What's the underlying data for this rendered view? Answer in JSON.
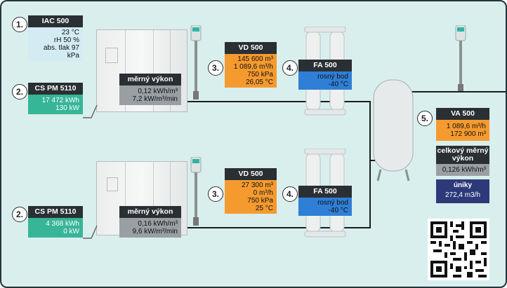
{
  "markers": {
    "m1": "1.",
    "m2a": "2.",
    "m2b": "2.",
    "m3a": "3.",
    "m3b": "3.",
    "m4a": "4.",
    "m4b": "4.",
    "m5": "5."
  },
  "iac": {
    "title": "IAC 500",
    "l1": "23 °C",
    "l2": "rH 50 %",
    "l3": "abs. tlak 97 kPa"
  },
  "cs_top": {
    "title": "CS PM 5110",
    "l1": "17 472 kWh",
    "l2": "130 kW"
  },
  "cs_bottom": {
    "title": "CS PM 5110",
    "l1": "4 368 kWh",
    "l2": "0 kW"
  },
  "power_top": {
    "title": "měrný výkon",
    "l1": "0,12 kWh/m³",
    "l2": "7,2 kW/m³/min"
  },
  "power_bottom": {
    "title": "měrný výkon",
    "l1": "0,16 kWh/m³",
    "l2": "9,6 kW/m³/min"
  },
  "vd_top": {
    "title": "VD 500",
    "l1": "145 600 m³",
    "l2": "1 089,6 m³/h",
    "l3": "750 kPa",
    "l4": "26,05 °C"
  },
  "vd_bottom": {
    "title": "VD 500",
    "l1": "27 300 m³",
    "l2": "0 m³/h",
    "l3": "750 kPa",
    "l4": "25 °C"
  },
  "fa_top": {
    "title": "FA 500",
    "l1": "rosný bod",
    "l2": "-40 °C"
  },
  "fa_bottom": {
    "title": "FA 500",
    "l1": "rosný bod",
    "l2": "-40 °C"
  },
  "va": {
    "title": "VA 500",
    "l1": "1 089,6 m³/h",
    "l2": "172 900 m³"
  },
  "total": {
    "title": "celkový měrný výkon",
    "l1": "0,126 kWh/m³"
  },
  "leaks": {
    "title": "úniky",
    "l1": "272,4 m3/h"
  },
  "colors": {
    "background": "#d8efed",
    "teal": "#37b597",
    "orange": "#f59a2f",
    "blue": "#2f7fd6",
    "dark": "#2a2f33",
    "navy": "#2c3a7a"
  }
}
